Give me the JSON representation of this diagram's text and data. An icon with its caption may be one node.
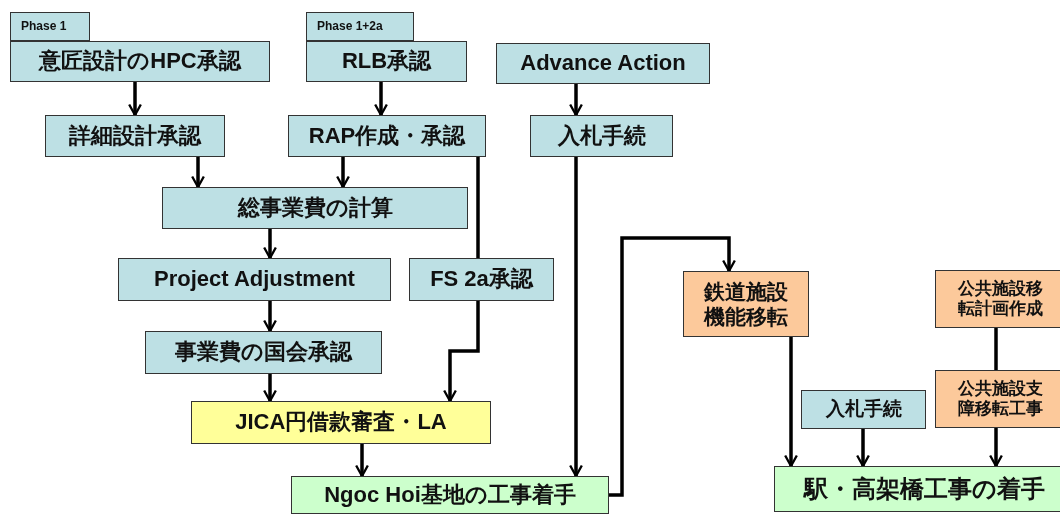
{
  "diagram": {
    "nodes": [
      {
        "text": [
          "Phase 1"
        ]
      },
      {
        "text": [
          "意匠設計のHPC承認"
        ]
      },
      {
        "text": [
          "Phase 1+2a"
        ]
      },
      {
        "text": [
          "RLB承認"
        ]
      },
      {
        "text": [
          "Advance Action"
        ]
      },
      {
        "text": [
          "詳細設計承認"
        ]
      },
      {
        "text": [
          "RAP作成・承認"
        ]
      },
      {
        "text": [
          "入札手続"
        ]
      },
      {
        "text": [
          "総事業費の計算"
        ]
      },
      {
        "text": [
          "Project Adjustment"
        ]
      },
      {
        "text": [
          "FS 2a承認"
        ]
      },
      {
        "text": [
          "事業費の国会承認"
        ]
      },
      {
        "text": [
          "JICA円借款審査・LA"
        ]
      },
      {
        "text": [
          "Ngoc Hoi基地の工事着手"
        ]
      },
      {
        "text": [
          "鉄道施設機能移転"
        ]
      },
      {
        "text": [
          "公共施設移転計画作成"
        ]
      },
      {
        "text": [
          "入札手続"
        ]
      },
      {
        "text": [
          "公共施設支障移転工事"
        ]
      },
      {
        "text": [
          "駅・高架橋工事の着手"
        ]
      }
    ],
    "edges": [
      {
        "from": 1,
        "to": 5,
        "arrow": "to"
      },
      {
        "from": 3,
        "to": 6,
        "arrow": "to"
      },
      {
        "from": 4,
        "to": 7,
        "arrow": "to"
      },
      {
        "from": 5,
        "to": 8,
        "arrow": "to"
      },
      {
        "from": 6,
        "to": 8,
        "arrow": "to"
      },
      {
        "from": 6,
        "to": 10,
        "arrow": "none"
      },
      {
        "from": 8,
        "to": 9,
        "arrow": "to"
      },
      {
        "from": 9,
        "to": 11,
        "arrow": "to"
      },
      {
        "from": 11,
        "to": 12,
        "arrow": "to"
      },
      {
        "from": 10,
        "to": 12,
        "arrow": "to"
      },
      {
        "from": 12,
        "to": 13,
        "arrow": "to"
      },
      {
        "from": 7,
        "to": 13,
        "arrow": "to"
      },
      {
        "from": 13,
        "to": 14,
        "arrow": "to"
      },
      {
        "from": 14,
        "to": 18,
        "arrow": "to"
      },
      {
        "from": 16,
        "to": 18,
        "arrow": "to"
      },
      {
        "from": 15,
        "to": 17,
        "arrow": "none"
      },
      {
        "from": 17,
        "to": 18,
        "arrow": "to"
      }
    ]
  }
}
